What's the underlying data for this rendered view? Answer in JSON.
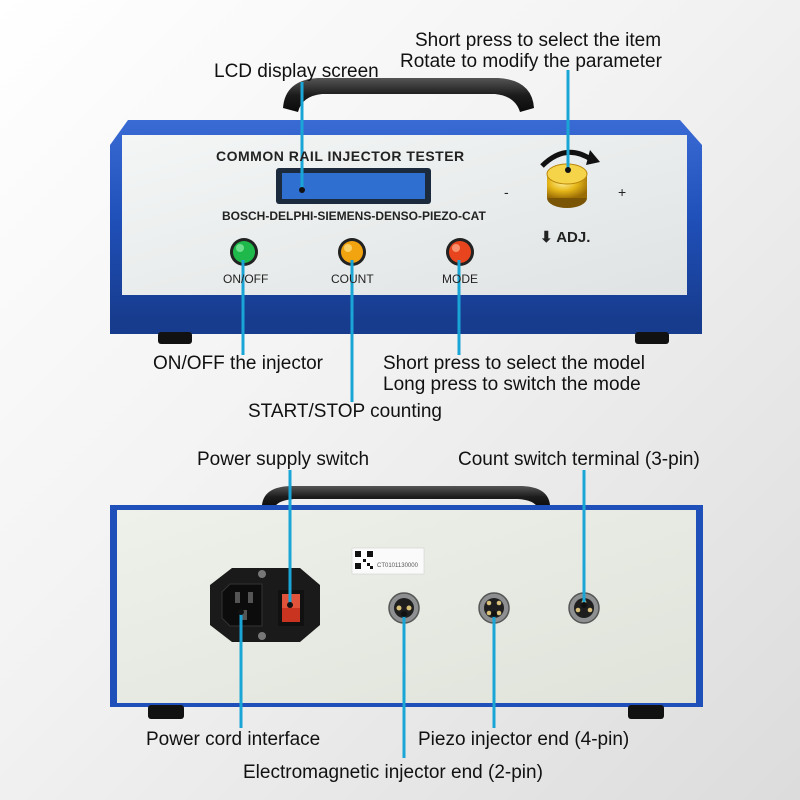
{
  "front": {
    "title": "COMMON RAIL INJECTOR TESTER",
    "brands": "BOSCH-DELPHI-SIEMENS-DENSO-PIEZO-CAT",
    "adj_label": "ADJ.",
    "adj_arrow": "⬇",
    "minus": "-",
    "plus": "+",
    "buttons": [
      {
        "label": "ON/OFF",
        "color": "#1fb84a"
      },
      {
        "label": "COUNT",
        "color": "#f2a310"
      },
      {
        "label": "MODE",
        "color": "#e8451e"
      }
    ]
  },
  "back": {
    "sticker_code": "CT0101130000"
  },
  "callouts": {
    "knob_line1": "Short press to select the item",
    "knob_line2": "Rotate to modify the parameter",
    "lcd": "LCD display screen",
    "onoff": "ON/OFF the injector",
    "mode_line1": "Short press to select the model",
    "mode_line2": "Long press to switch the mode",
    "count": "START/STOP counting",
    "power_switch": "Power supply switch",
    "count_terminal": "Count switch terminal (3-pin)",
    "power_cord": "Power cord interface",
    "piezo": "Piezo injector end (4-pin)",
    "electromagnetic": "Electromagnetic injector end (2-pin)"
  },
  "colors": {
    "body_blue": "#1f4fb8",
    "panel": "#e9ecec",
    "lcd": "#2f6fd0",
    "callout_line": "#19a6d6"
  }
}
